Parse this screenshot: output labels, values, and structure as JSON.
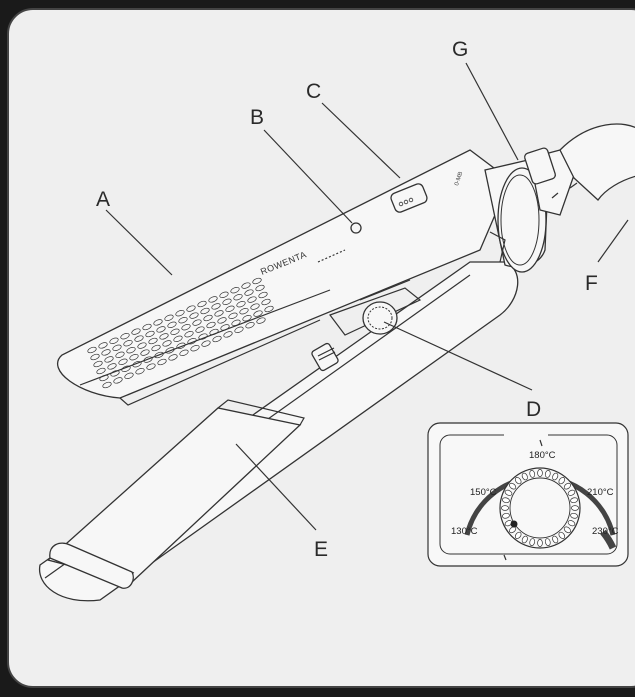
{
  "callouts": {
    "a": "A",
    "b": "B",
    "c": "C",
    "d": "D",
    "e": "E",
    "f": "F",
    "g": "G"
  },
  "brand": "ROWENTA",
  "dial": {
    "t130": "130°C",
    "t150": "150°C",
    "t180": "180°C",
    "t210": "210°C",
    "t230": "230°C"
  },
  "colors": {
    "background": "#efefef",
    "line": "#333333",
    "scale_bar": "#444444"
  }
}
